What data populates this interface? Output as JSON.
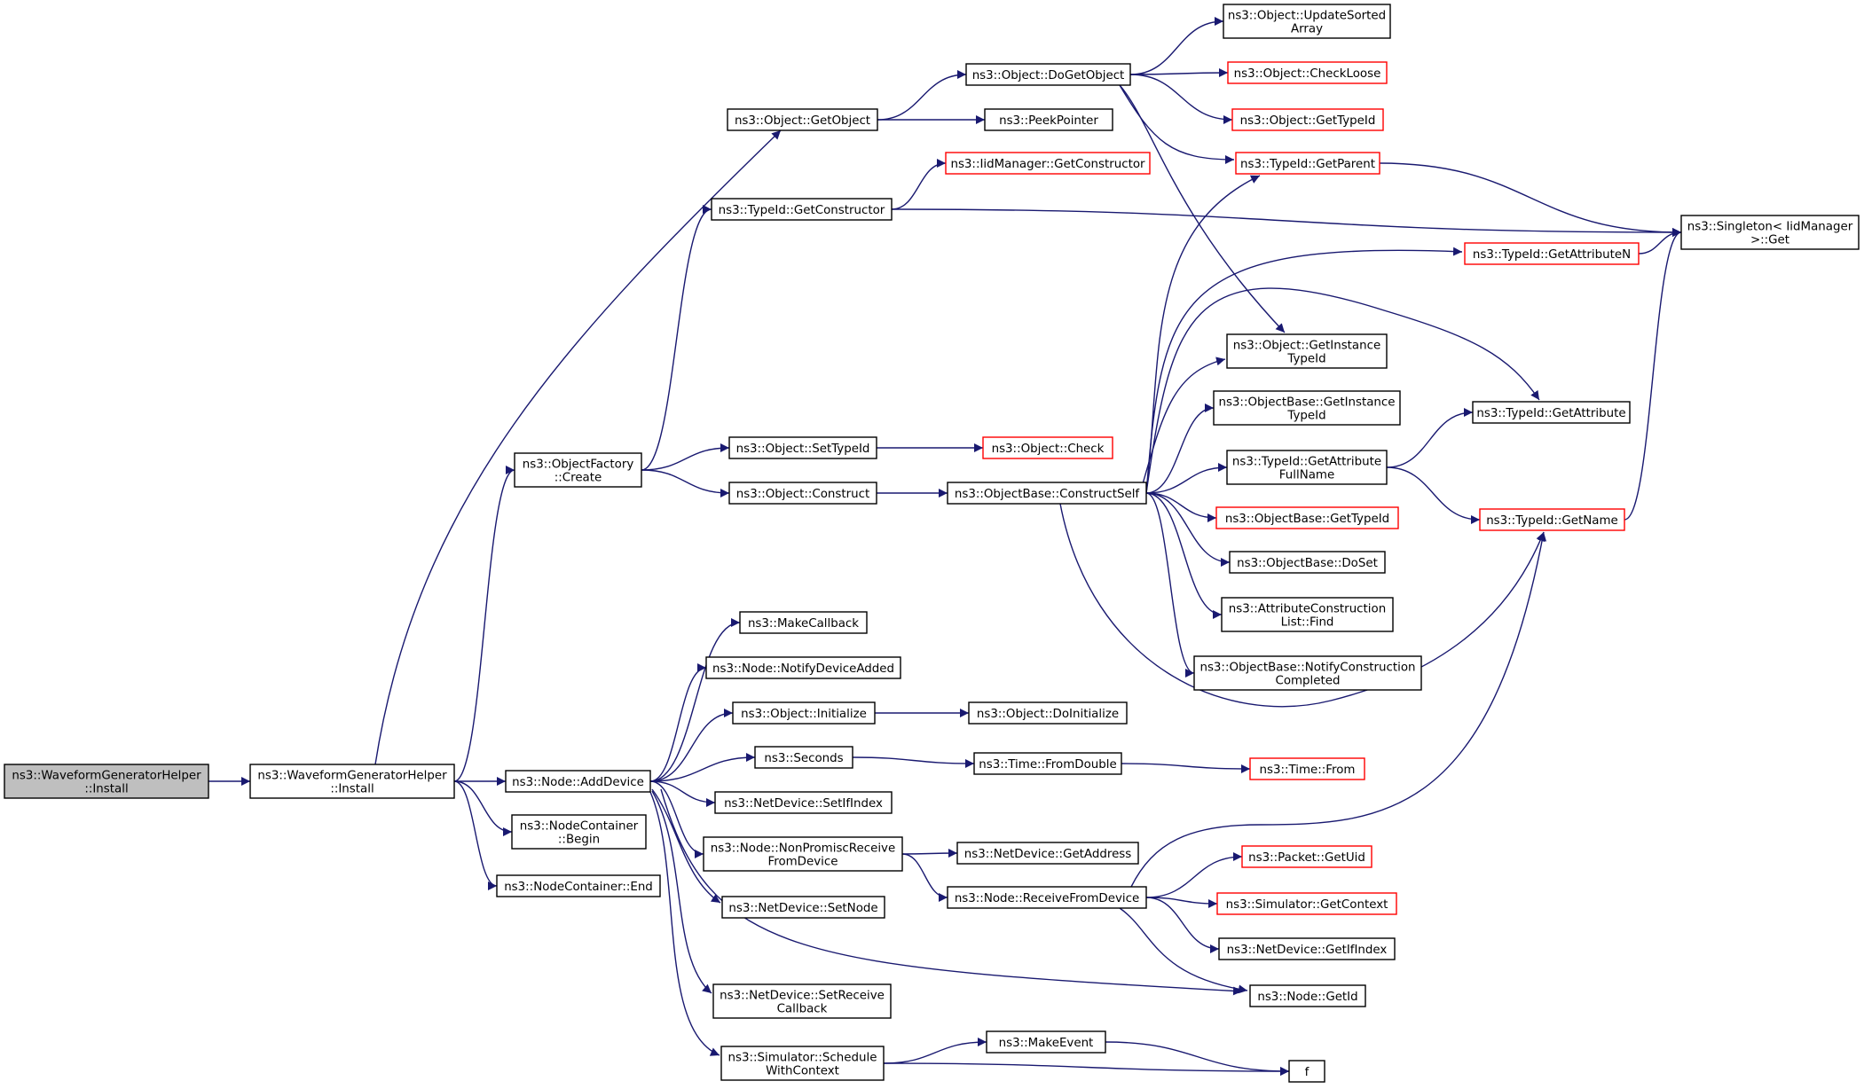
{
  "colors": {
    "edge": "#191970",
    "box_border": "#000000",
    "red_border": "#ff0000",
    "root_fill": "#bfbfbf",
    "box_fill": "#ffffff"
  },
  "nodes": [
    {
      "id": "wgh_install_root",
      "lines": [
        "ns3::WaveformGeneratorHelper",
        "::Install"
      ],
      "style": "root"
    },
    {
      "id": "wgh_install",
      "lines": [
        "ns3::WaveformGeneratorHelper",
        "::Install"
      ],
      "style": "normal"
    },
    {
      "id": "node_adddevice",
      "lines": [
        "ns3::Node::AddDevice"
      ],
      "style": "normal"
    },
    {
      "id": "nodecontainer_begin",
      "lines": [
        "ns3::NodeContainer",
        "::Begin"
      ],
      "style": "normal"
    },
    {
      "id": "nodecontainer_end",
      "lines": [
        "ns3::NodeContainer::End"
      ],
      "style": "normal"
    },
    {
      "id": "objectfactory_create",
      "lines": [
        "ns3::ObjectFactory",
        "::Create"
      ],
      "style": "normal"
    },
    {
      "id": "object_getobject",
      "lines": [
        "ns3::Object::GetObject"
      ],
      "style": "normal"
    },
    {
      "id": "typeid_getconstructor",
      "lines": [
        "ns3::TypeId::GetConstructor"
      ],
      "style": "normal"
    },
    {
      "id": "object_settypeid",
      "lines": [
        "ns3::Object::SetTypeId"
      ],
      "style": "normal"
    },
    {
      "id": "object_construct",
      "lines": [
        "ns3::Object::Construct"
      ],
      "style": "normal"
    },
    {
      "id": "makecallback",
      "lines": [
        "ns3::MakeCallback"
      ],
      "style": "normal"
    },
    {
      "id": "node_notifydeviceadded",
      "lines": [
        "ns3::Node::NotifyDeviceAdded"
      ],
      "style": "normal"
    },
    {
      "id": "object_initialize",
      "lines": [
        "ns3::Object::Initialize"
      ],
      "style": "normal"
    },
    {
      "id": "seconds",
      "lines": [
        "ns3::Seconds"
      ],
      "style": "normal"
    },
    {
      "id": "netdevice_setifindex",
      "lines": [
        "ns3::NetDevice::SetIfIndex"
      ],
      "style": "normal"
    },
    {
      "id": "node_nonpromiscreceive",
      "lines": [
        "ns3::Node::NonPromiscReceive",
        "FromDevice"
      ],
      "style": "normal"
    },
    {
      "id": "netdevice_setnode",
      "lines": [
        "ns3::NetDevice::SetNode"
      ],
      "style": "normal"
    },
    {
      "id": "netdevice_setreceivecallback",
      "lines": [
        "ns3::NetDevice::SetReceive",
        "Callback"
      ],
      "style": "normal"
    },
    {
      "id": "simulator_schedulewithcontext",
      "lines": [
        "ns3::Simulator::Schedule",
        "WithContext"
      ],
      "style": "normal"
    },
    {
      "id": "object_dogetobject",
      "lines": [
        "ns3::Object::DoGetObject"
      ],
      "style": "normal"
    },
    {
      "id": "peekpointer",
      "lines": [
        "ns3::PeekPointer"
      ],
      "style": "normal"
    },
    {
      "id": "iidmanager_getconstructor",
      "lines": [
        "ns3::IidManager::GetConstructor"
      ],
      "style": "red"
    },
    {
      "id": "object_check",
      "lines": [
        "ns3::Object::Check"
      ],
      "style": "red"
    },
    {
      "id": "objectbase_constructself",
      "lines": [
        "ns3::ObjectBase::ConstructSelf"
      ],
      "style": "normal"
    },
    {
      "id": "object_doinitialize",
      "lines": [
        "ns3::Object::DoInitialize"
      ],
      "style": "normal"
    },
    {
      "id": "time_fromdouble",
      "lines": [
        "ns3::Time::FromDouble"
      ],
      "style": "normal"
    },
    {
      "id": "netdevice_getaddress",
      "lines": [
        "ns3::NetDevice::GetAddress"
      ],
      "style": "normal"
    },
    {
      "id": "node_receivefromdevice",
      "lines": [
        "ns3::Node::ReceiveFromDevice"
      ],
      "style": "normal"
    },
    {
      "id": "makeevent",
      "lines": [
        "ns3::MakeEvent"
      ],
      "style": "normal"
    },
    {
      "id": "f",
      "lines": [
        "f"
      ],
      "style": "normal"
    },
    {
      "id": "object_updatesortedarray",
      "lines": [
        "ns3::Object::UpdateSorted",
        "Array"
      ],
      "style": "normal"
    },
    {
      "id": "object_checkloose",
      "lines": [
        "ns3::Object::CheckLoose"
      ],
      "style": "red"
    },
    {
      "id": "object_gettypeid",
      "lines": [
        "ns3::Object::GetTypeId"
      ],
      "style": "red"
    },
    {
      "id": "typeid_getparent",
      "lines": [
        "ns3::TypeId::GetParent"
      ],
      "style": "red"
    },
    {
      "id": "typeid_getattributen",
      "lines": [
        "ns3::TypeId::GetAttributeN"
      ],
      "style": "red"
    },
    {
      "id": "object_getinstancetypeid",
      "lines": [
        "ns3::Object::GetInstance",
        "TypeId"
      ],
      "style": "normal"
    },
    {
      "id": "objectbase_getinstancetypeid",
      "lines": [
        "ns3::ObjectBase::GetInstance",
        "TypeId"
      ],
      "style": "normal"
    },
    {
      "id": "typeid_getattributefullname",
      "lines": [
        "ns3::TypeId::GetAttribute",
        "FullName"
      ],
      "style": "normal"
    },
    {
      "id": "objectbase_gettypeid",
      "lines": [
        "ns3::ObjectBase::GetTypeId"
      ],
      "style": "red"
    },
    {
      "id": "objectbase_doset",
      "lines": [
        "ns3::ObjectBase::DoSet"
      ],
      "style": "normal"
    },
    {
      "id": "attributeconstructionlist_find",
      "lines": [
        "ns3::AttributeConstruction",
        "List::Find"
      ],
      "style": "normal"
    },
    {
      "id": "objectbase_notifyconstructioncompleted",
      "lines": [
        "ns3::ObjectBase::NotifyConstruction",
        "Completed"
      ],
      "style": "normal"
    },
    {
      "id": "time_from",
      "lines": [
        "ns3::Time::From"
      ],
      "style": "red"
    },
    {
      "id": "packet_getuid",
      "lines": [
        "ns3::Packet::GetUid"
      ],
      "style": "red"
    },
    {
      "id": "simulator_getcontext",
      "lines": [
        "ns3::Simulator::GetContext"
      ],
      "style": "red"
    },
    {
      "id": "netdevice_getifindex",
      "lines": [
        "ns3::NetDevice::GetIfIndex"
      ],
      "style": "normal"
    },
    {
      "id": "node_getid",
      "lines": [
        "ns3::Node::GetId"
      ],
      "style": "normal"
    },
    {
      "id": "singleton_iidmanager_get",
      "lines": [
        "ns3::Singleton< IidManager",
        ">::Get"
      ],
      "style": "normal"
    },
    {
      "id": "typeid_getattribute",
      "lines": [
        "ns3::TypeId::GetAttribute"
      ],
      "style": "normal"
    },
    {
      "id": "typeid_getname",
      "lines": [
        "ns3::TypeId::GetName"
      ],
      "style": "red"
    }
  ],
  "edges": [
    [
      "wgh_install_root",
      "wgh_install"
    ],
    [
      "wgh_install",
      "node_adddevice"
    ],
    [
      "wgh_install",
      "nodecontainer_begin"
    ],
    [
      "wgh_install",
      "nodecontainer_end"
    ],
    [
      "wgh_install",
      "objectfactory_create"
    ],
    [
      "wgh_install",
      "object_getobject"
    ],
    [
      "objectfactory_create",
      "typeid_getconstructor"
    ],
    [
      "objectfactory_create",
      "object_settypeid"
    ],
    [
      "objectfactory_create",
      "object_construct"
    ],
    [
      "object_getobject",
      "object_dogetobject"
    ],
    [
      "object_getobject",
      "peekpointer"
    ],
    [
      "typeid_getconstructor",
      "iidmanager_getconstructor"
    ],
    [
      "typeid_getconstructor",
      "singleton_iidmanager_get"
    ],
    [
      "object_settypeid",
      "object_check"
    ],
    [
      "object_construct",
      "objectbase_constructself"
    ],
    [
      "node_adddevice",
      "makecallback"
    ],
    [
      "node_adddevice",
      "node_notifydeviceadded"
    ],
    [
      "node_adddevice",
      "object_initialize"
    ],
    [
      "node_adddevice",
      "seconds"
    ],
    [
      "node_adddevice",
      "netdevice_setifindex"
    ],
    [
      "node_adddevice",
      "node_nonpromiscreceive"
    ],
    [
      "node_adddevice",
      "netdevice_setnode"
    ],
    [
      "node_adddevice",
      "netdevice_setreceivecallback"
    ],
    [
      "node_adddevice",
      "simulator_schedulewithcontext"
    ],
    [
      "node_adddevice",
      "node_getid"
    ],
    [
      "object_initialize",
      "object_doinitialize"
    ],
    [
      "seconds",
      "time_fromdouble"
    ],
    [
      "time_fromdouble",
      "time_from"
    ],
    [
      "node_nonpromiscreceive",
      "netdevice_getaddress"
    ],
    [
      "node_nonpromiscreceive",
      "node_receivefromdevice"
    ],
    [
      "simulator_schedulewithcontext",
      "makeevent"
    ],
    [
      "simulator_schedulewithcontext",
      "f"
    ],
    [
      "makeevent",
      "f"
    ],
    [
      "object_dogetobject",
      "object_updatesortedarray"
    ],
    [
      "object_dogetobject",
      "object_checkloose"
    ],
    [
      "object_dogetobject",
      "object_gettypeid"
    ],
    [
      "object_dogetobject",
      "typeid_getparent"
    ],
    [
      "object_dogetobject",
      "object_getinstancetypeid"
    ],
    [
      "objectbase_constructself",
      "typeid_getparent"
    ],
    [
      "objectbase_constructself",
      "typeid_getattributen"
    ],
    [
      "objectbase_constructself",
      "typeid_getattribute"
    ],
    [
      "objectbase_constructself",
      "object_getinstancetypeid"
    ],
    [
      "objectbase_constructself",
      "objectbase_getinstancetypeid"
    ],
    [
      "objectbase_constructself",
      "typeid_getattributefullname"
    ],
    [
      "objectbase_constructself",
      "objectbase_gettypeid"
    ],
    [
      "objectbase_constructself",
      "objectbase_doset"
    ],
    [
      "objectbase_constructself",
      "attributeconstructionlist_find"
    ],
    [
      "objectbase_constructself",
      "objectbase_notifyconstructioncompleted"
    ],
    [
      "objectbase_constructself",
      "typeid_getname"
    ],
    [
      "typeid_getattributefullname",
      "typeid_getattribute"
    ],
    [
      "typeid_getattributefullname",
      "typeid_getname"
    ],
    [
      "typeid_getparent",
      "singleton_iidmanager_get"
    ],
    [
      "typeid_getattributen",
      "singleton_iidmanager_get"
    ],
    [
      "typeid_getname",
      "singleton_iidmanager_get"
    ],
    [
      "node_receivefromdevice",
      "typeid_getname"
    ],
    [
      "node_receivefromdevice",
      "packet_getuid"
    ],
    [
      "node_receivefromdevice",
      "simulator_getcontext"
    ],
    [
      "node_receivefromdevice",
      "netdevice_getifindex"
    ],
    [
      "node_receivefromdevice",
      "node_getid"
    ]
  ]
}
